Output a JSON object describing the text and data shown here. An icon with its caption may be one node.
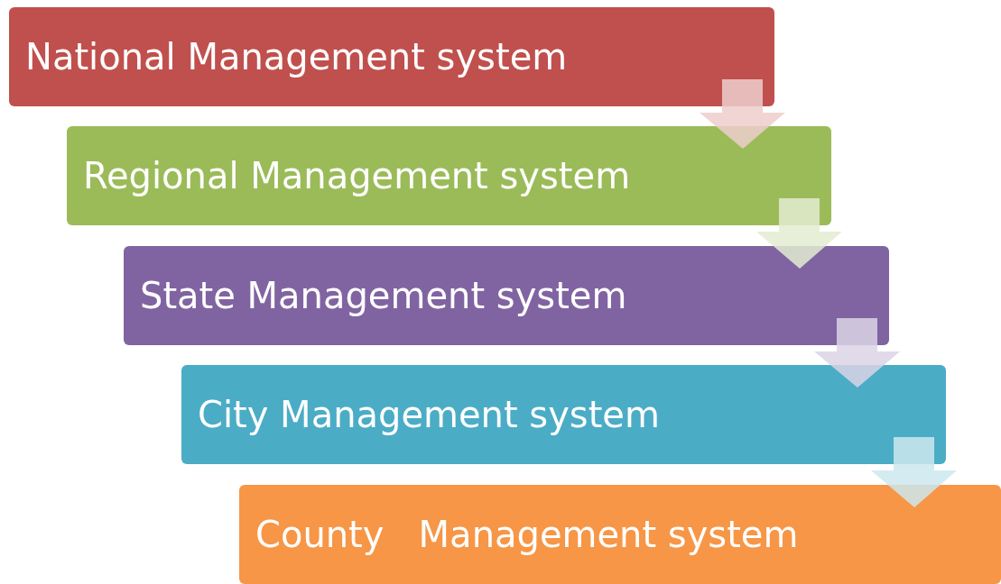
{
  "diagram": {
    "nodes": [
      {
        "text": [
          "National Management system"
        ]
      },
      {
        "text": [
          "Regional Management system"
        ]
      },
      {
        "text": [
          "State Management system"
        ]
      },
      {
        "text": [
          "City Management system"
        ]
      },
      {
        "text": [
          "County   Management system"
        ]
      }
    ],
    "edges": [
      {
        "from": 0,
        "to": 1,
        "arrow": "to"
      },
      {
        "from": 1,
        "to": 2,
        "arrow": "to"
      },
      {
        "from": 2,
        "to": 3,
        "arrow": "to"
      },
      {
        "from": 3,
        "to": 4,
        "arrow": "to"
      }
    ]
  }
}
